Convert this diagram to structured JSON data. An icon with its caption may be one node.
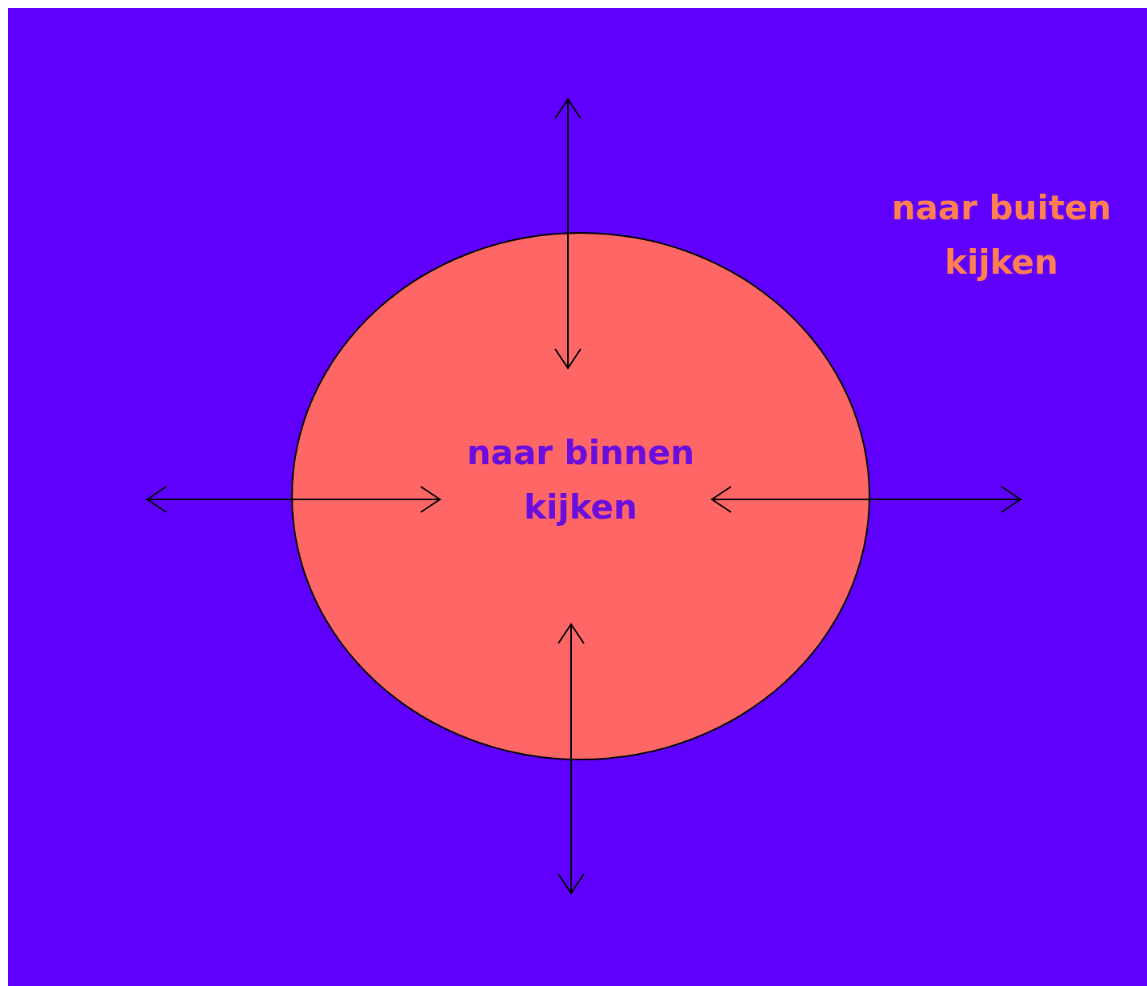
{
  "diagram": {
    "nodes": [
      {
        "text": [
          "naar buiten kijken"
        ]
      },
      {
        "text": [
          "naar binnen kijken"
        ],
        "in": 0
      }
    ]
  }
}
